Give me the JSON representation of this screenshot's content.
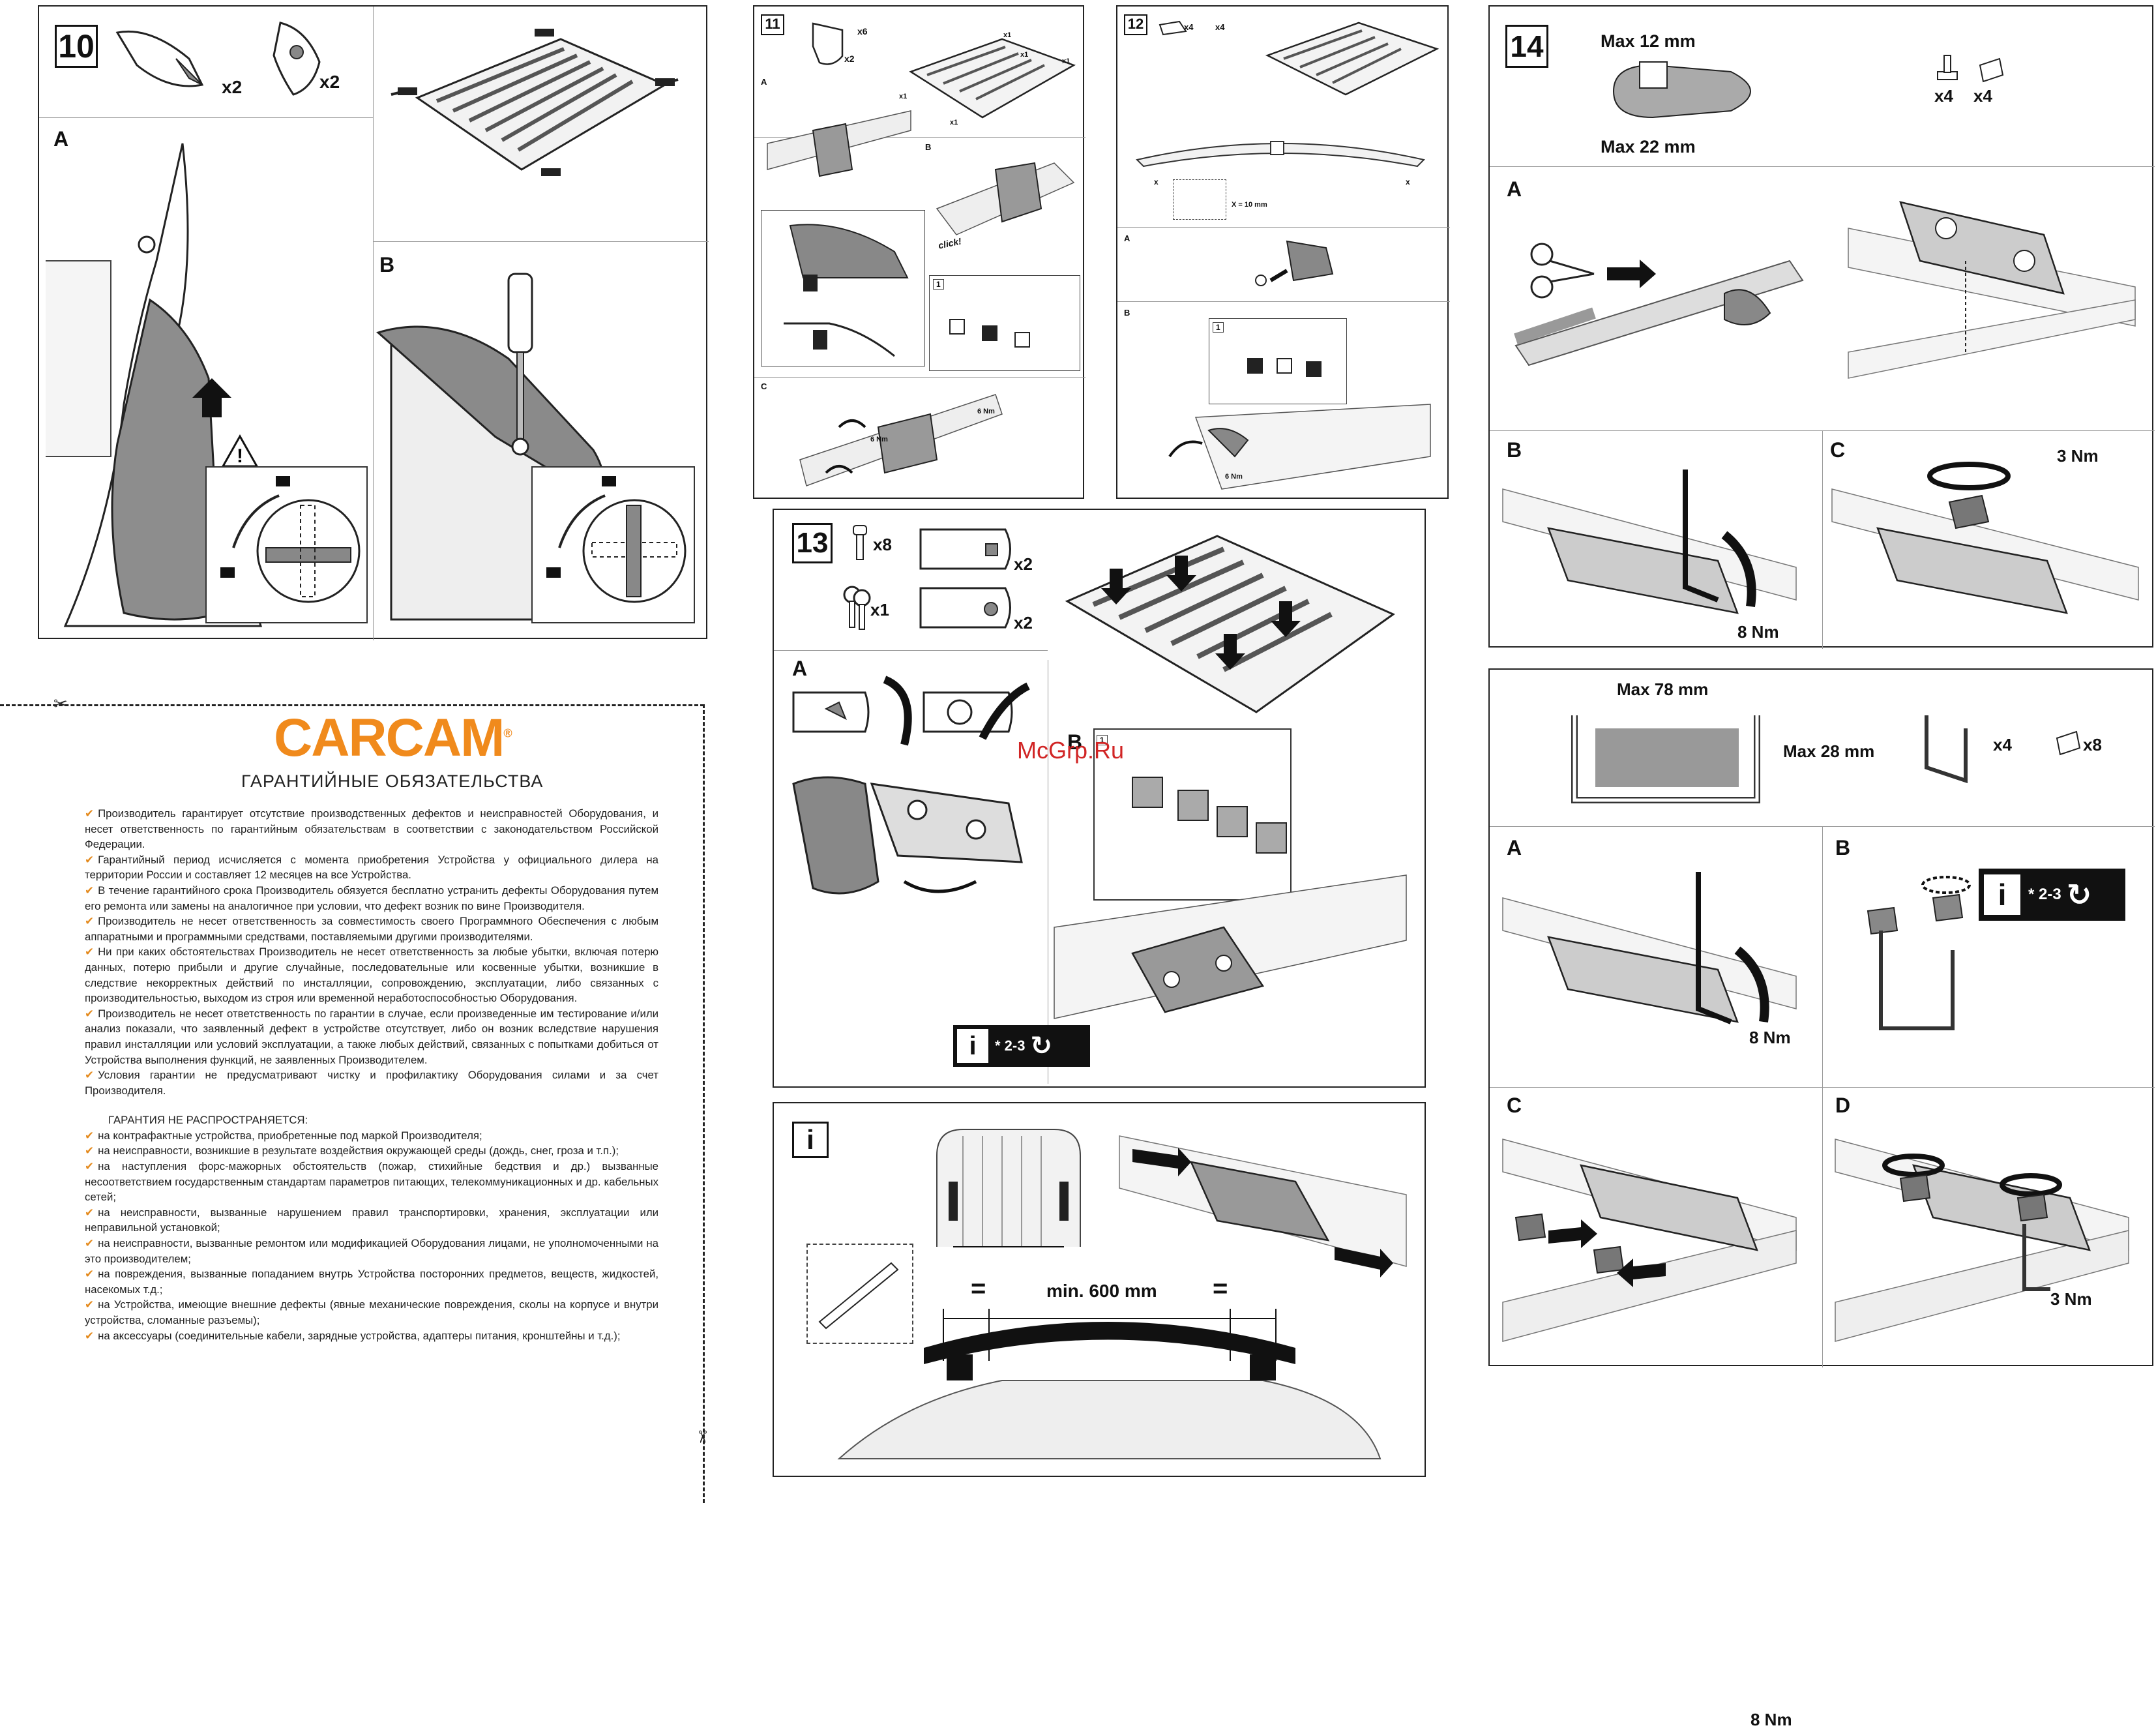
{
  "steps": {
    "s10": {
      "num": "10",
      "qty_a": "x2",
      "qty_b": "x2",
      "sub_a": "A",
      "sub_b": "B"
    },
    "s11": {
      "num": "11",
      "qty": "x6",
      "qty2": "x2",
      "sub_a": "A",
      "sub_b": "B",
      "sub_c": "C",
      "x1_a": "x1",
      "x1_b": "x1",
      "x1_c": "x1",
      "x1_d": "x1",
      "x1_e": "x1",
      "click": "click!",
      "box": "1",
      "torque_a": "6 Nm",
      "torque_b": "6 Nm"
    },
    "s12": {
      "num": "12",
      "qty_a": "x4",
      "qty_b": "x4",
      "x_left": "x",
      "x_right": "x",
      "x_eq": "X = 10 mm",
      "sub_a": "A",
      "sub_b": "B",
      "box": "1",
      "torque": "6 Nm"
    },
    "s13": {
      "num": "13",
      "qty_bolt": "x8",
      "qty_cap_a": "x2",
      "qty_key": "x1",
      "qty_cap_b": "x2",
      "sub_a": "A",
      "sub_b": "B",
      "box": "1",
      "info": "* 2-3"
    },
    "si": {
      "num": "i",
      "min": "min. 600 mm",
      "eq_left": "=",
      "eq_right": "="
    },
    "s14": {
      "num": "14",
      "max12": "Max 12 mm",
      "max22": "Max 22 mm",
      "qty_a": "x4",
      "qty_b": "x4",
      "sub_a": "A",
      "sub_b": "B",
      "sub_c": "C",
      "torque_b": "8 Nm",
      "torque_c": "3 Nm"
    },
    "s15": {
      "max78": "Max 78 mm",
      "max28": "Max 28 mm",
      "qty_a": "x4",
      "qty_b": "x8",
      "sub_a": "A",
      "sub_b": "B",
      "sub_c": "C",
      "sub_d": "D",
      "torque_a": "8 Nm",
      "torque_d": "3 Nm",
      "info": "* 2-3"
    }
  },
  "watermark": "McGrp.Ru",
  "warranty": {
    "brand": "CARCAM",
    "title": "ГАРАНТИЙНЫЕ ОБЯЗАТЕЛЬСТВА",
    "items": [
      "Производитель гарантирует отсутствие производственных дефектов и неисправностей Оборудования, и несет ответственность по гарантийным обязательствам в соответствии с законодательством Российской Федерации.",
      "Гарантийный период исчисляется с момента приобретения Устройства у официального дилера на территории России и составляет 12 месяцев на все Устройства.",
      "В течение гарантийного срока Производитель обязуется бесплатно устранить дефекты Оборудования путем его ремонта или замены на аналогичное при условии, что дефект возник по вине Производителя.",
      "Производитель не несет ответственность за совместимость своего Программного Обеспечения с любым аппаратными и программными средствами, поставляемыми другими производителями.",
      "Ни при каких обстоятельствах Производитель не несет ответственность за любые убытки, включая потерю данных, потерю прибыли и другие случайные, последовательные или косвенные убытки, возникшие в следствие некорректных действий по инсталляции, сопровождению, эксплуатации, либо связанных с производительностью, выходом из строя или временной неработоспособностью Оборудования.",
      "Производитель не несет ответственность по гарантии в случае, если произведенные им тестирование и/или анализ показали, что заявленный дефект в устройстве отсутствует, либо он возник вследствие нарушения правил инсталляции или условий эксплуатации, а также любых действий, связанных с попытками добиться от Устройства выполнения функций, не заявленных Производителем.",
      "Условия гарантии не предусматривают чистку и профилактику Оборудования силами и за счет Производителя."
    ],
    "exclusion_title": "ГАРАНТИЯ НЕ РАСПРОСТРАНЯЕТСЯ:",
    "exclusions": [
      "на контрафактные устройства, приобретенные под маркой Производителя;",
      "на неисправности, возникшие в результате воздействия окружающей среды (дождь, снег, гроза и т.п.);",
      "на наступления форс-мажорных обстоятельств (пожар, стихийные бедствия и др.) вызванные несоответствием государственным стандартам параметров питающих, телекоммуникационных и др. кабельных сетей;",
      "на неисправности, вызванные нарушением правил транспортировки, хранения, эксплуатации или неправильной установкой;",
      "на неисправности, вызванные ремонтом или модификацией Оборудования лицами, не уполномоченными на это производителем;",
      "на повреждения, вызванные попаданием внутрь Устройства посторонних предметов, веществ, жидкостей, насекомых т.д.;",
      "на Устройства, имеющие внешние дефекты (явные механические повреждения, сколы на корпусе и внутри устройства, сломанные разъемы);",
      "на аксессуары (соединительные кабели, зарядные устройства, адаптеры питания, кронштейны и т.д.);"
    ]
  },
  "colors": {
    "brand": "#f08a1c",
    "check": "#e48a1d",
    "watermark": "#d12525"
  }
}
